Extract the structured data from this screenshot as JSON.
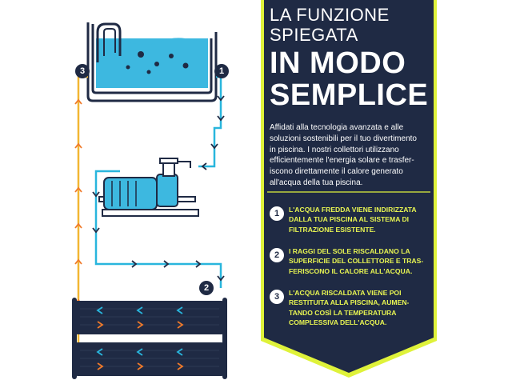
{
  "title": {
    "line1": "LA FUNZIONE",
    "line2": "SPIEGATA",
    "line3": "IN MODO",
    "line4": "SEMPLICE"
  },
  "intro_lines": [
    "Affidati alla tecnologia avanzata e alle",
    "soluzioni sostenibili per il tuo divertimento",
    "in piscina. I nostri collettori utilizzano",
    "efficientemente l'energia solare e trasfer-",
    "iscono direttamente il calore generato",
    "all'acqua della tua piscina."
  ],
  "steps": [
    {
      "number": "1",
      "lines": [
        "L'ACQUA FREDDA VIENE INDIRIZZATA",
        "DALLA TUA PISCINA AL SISTEMA DI",
        "FILTRAZIONE ESISTENTE."
      ]
    },
    {
      "number": "2",
      "lines": [
        "I RAGGI DEL SOLE RISCALDANO LA",
        "SUPERFICIE DEL COLLETTORE E TRAS-",
        "FERISCONO IL CALORE ALL'ACQUA."
      ]
    },
    {
      "number": "3",
      "lines": [
        "L'ACQUA RISCALDATA VIENE POI",
        "RESTITUITA ALLA PISCINA, AUMEN-",
        "TANDO COSÌ LA TEMPERATURA",
        "COMPLESSIVA DELL'ACQUA."
      ]
    }
  ],
  "diagram_badges": [
    "1",
    "2",
    "3"
  ],
  "colors": {
    "navy": "#1f2a44",
    "lime": "#dff23a",
    "cold_water": "#29b6dd",
    "warm_water": "#f2b632",
    "pool_water": "#3db8e0",
    "collector_cold": "#29b6dd",
    "collector_warm": "#f07a2a"
  },
  "icons": [
    "pool-icon",
    "pump-icon",
    "solar-collector-icon"
  ]
}
